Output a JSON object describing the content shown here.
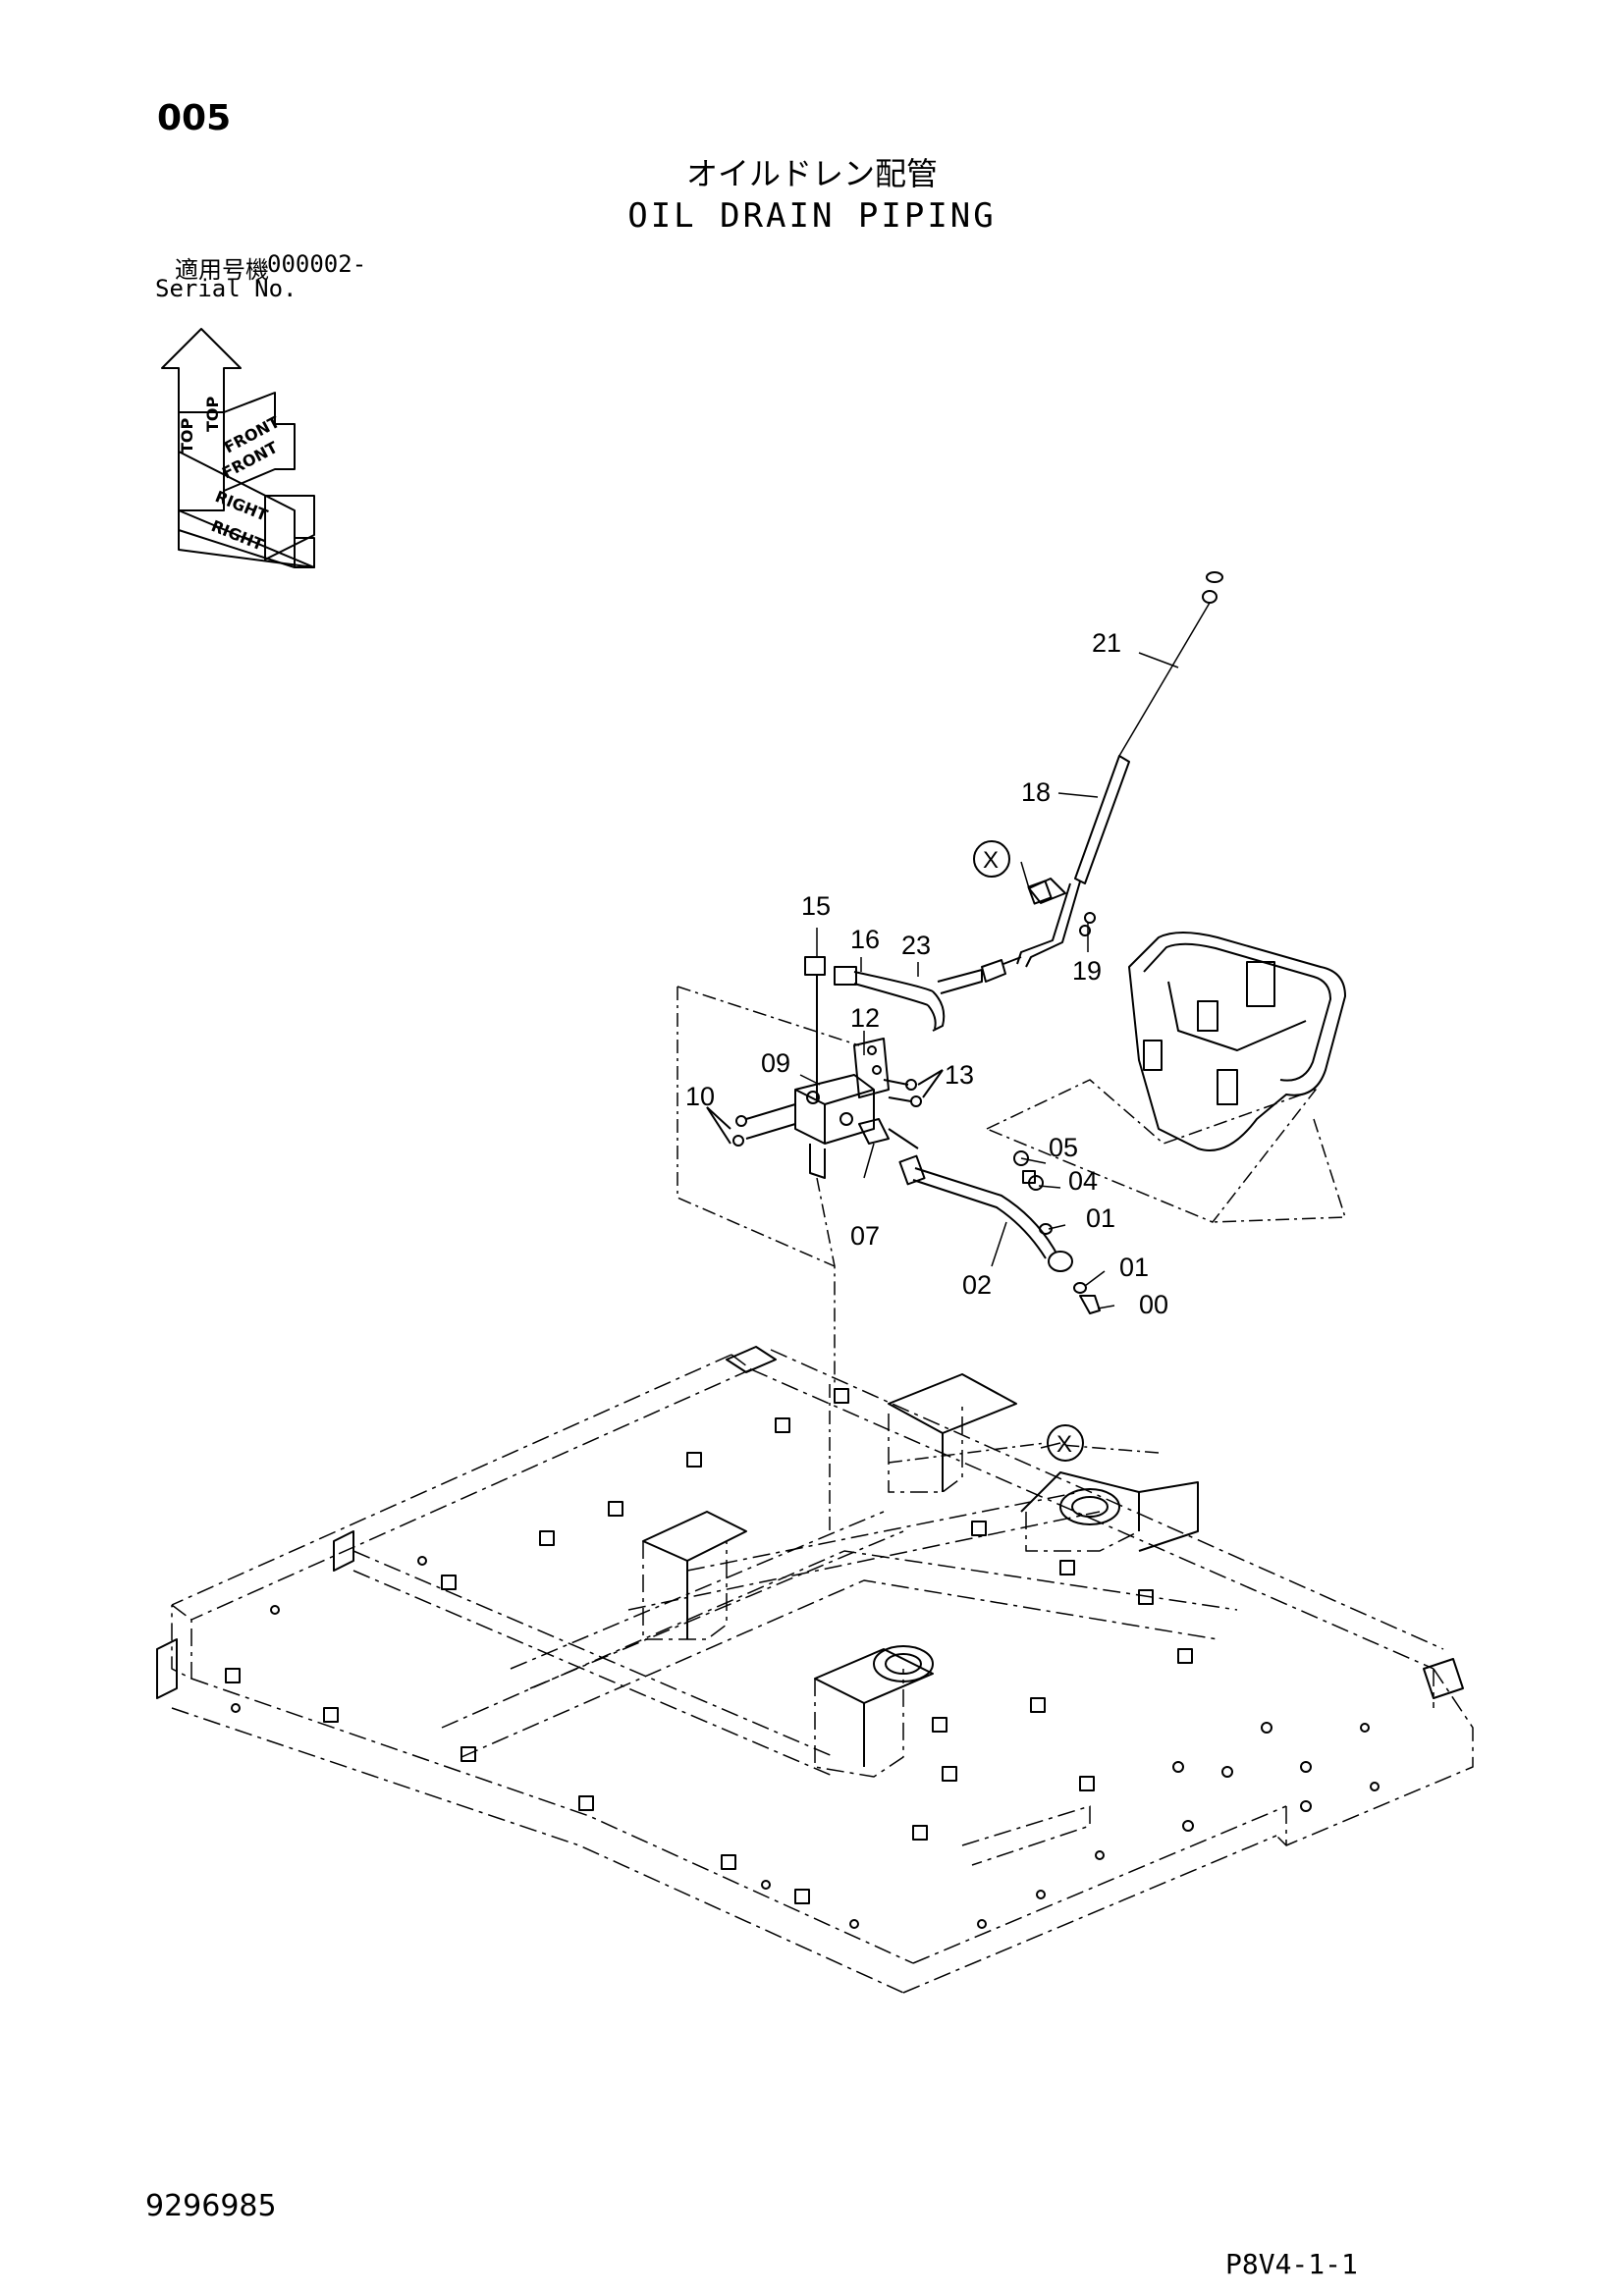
{
  "header": {
    "page_number": "005",
    "title_jp": "オイルドレン配管",
    "title_en": "OIL DRAIN PIPING",
    "serial_label_jp": "適用号機",
    "serial_value": "000002-",
    "serial_label_en": "Serial No."
  },
  "orientation": {
    "top": "TOP",
    "front": "FRONT",
    "right": "RIGHT"
  },
  "callouts": {
    "c21": "21",
    "c18": "18",
    "x1": "X",
    "c19": "19",
    "c15": "15",
    "c16": "16",
    "c23": "23",
    "c12": "12",
    "c09": "09",
    "c13": "13",
    "c10": "10",
    "c05": "05",
    "c04": "04",
    "c01a": "01",
    "c07": "07",
    "c02": "02",
    "c01b": "01",
    "c00": "00",
    "x2": "X"
  },
  "footer": {
    "doc_number": "9296985",
    "page_code": "P8V4-1-1"
  }
}
